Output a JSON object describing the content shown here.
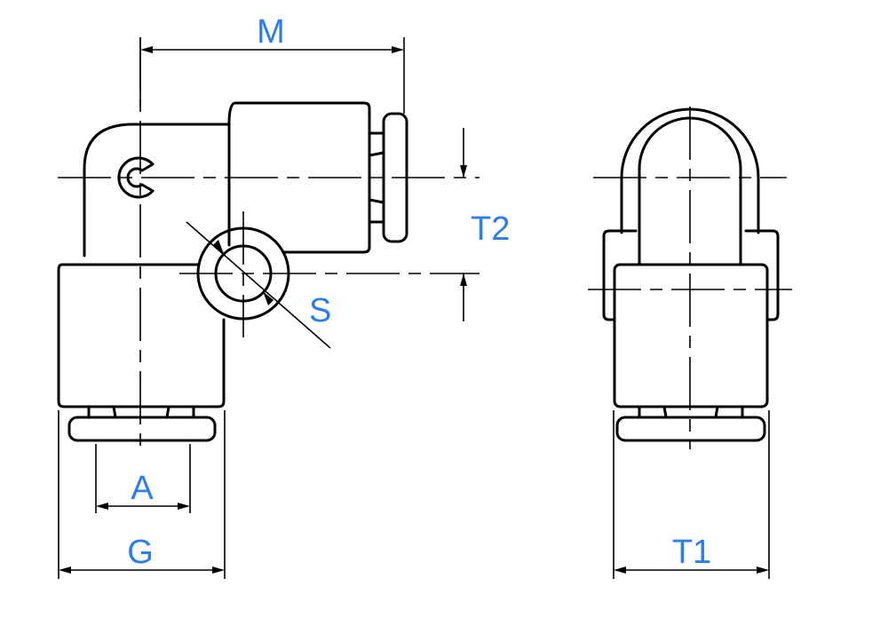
{
  "dimensions": {
    "m": "M",
    "t2": "T2",
    "s": "S",
    "a": "A",
    "g": "G",
    "t1": "T1"
  },
  "colors": {
    "label": "#2b7de9",
    "line": "#000000",
    "background": "#ffffff"
  }
}
